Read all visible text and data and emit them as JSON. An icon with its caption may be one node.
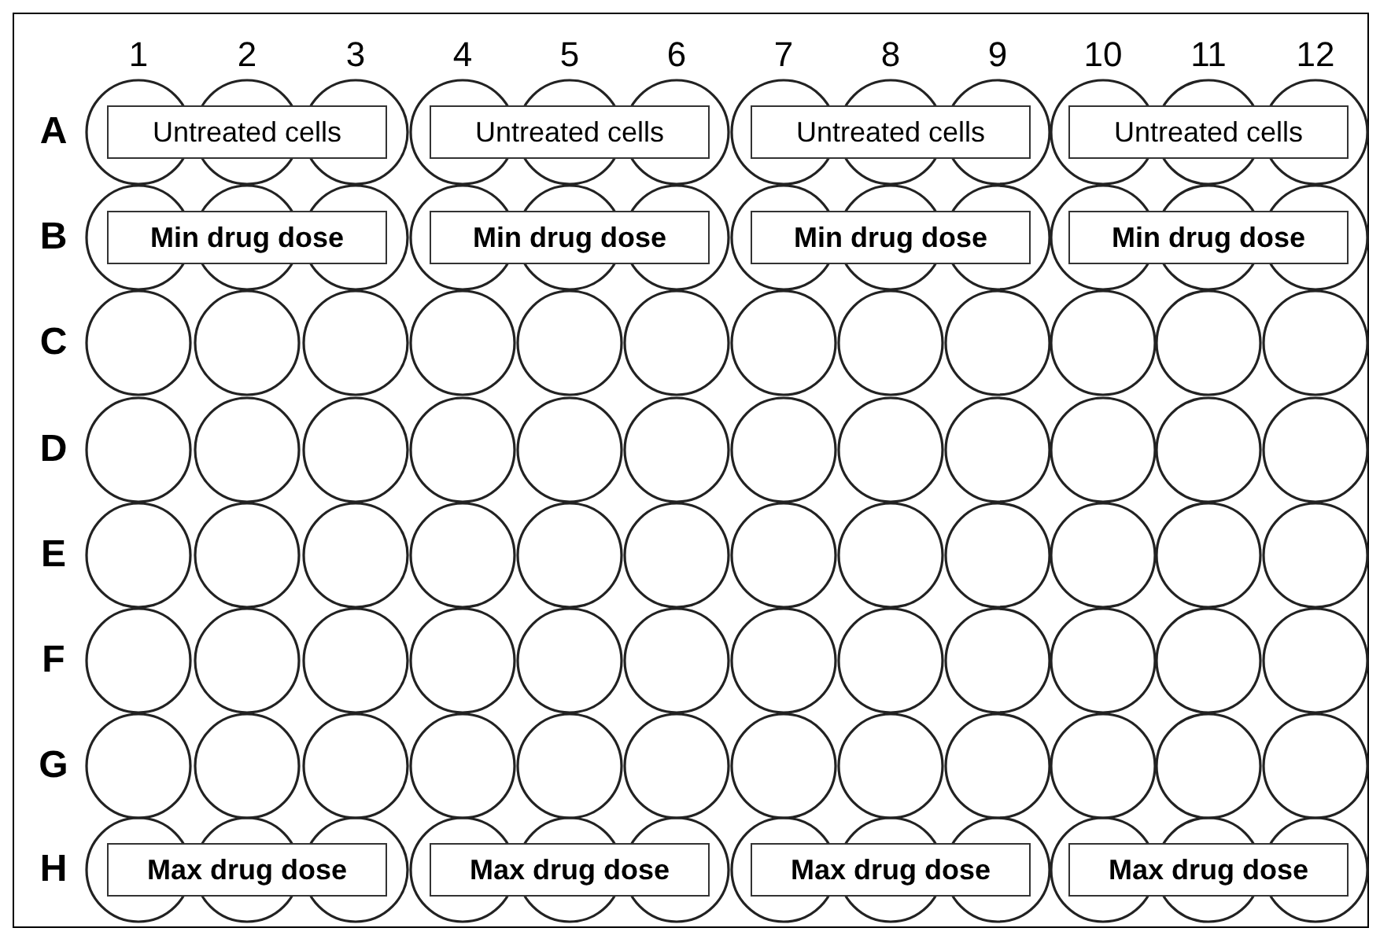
{
  "diagram": {
    "nodes": [
      {
        "text": [
          "Untreated cells"
        ]
      },
      {
        "text": [
          "Untreated cells"
        ]
      },
      {
        "text": [
          "Untreated cells"
        ]
      },
      {
        "text": [
          "Untreated cells"
        ]
      },
      {
        "text": [
          "Min drug dose"
        ]
      },
      {
        "text": [
          "Min drug dose"
        ]
      },
      {
        "text": [
          "Min drug dose"
        ]
      },
      {
        "text": [
          "Min drug dose"
        ]
      },
      {
        "text": [
          "Max drug dose"
        ]
      },
      {
        "text": [
          "Max drug dose"
        ]
      },
      {
        "text": [
          "Max drug dose"
        ]
      },
      {
        "text": [
          "Max drug dose"
        ]
      }
    ],
    "labels": [
      "1",
      "2",
      "3",
      "4",
      "5",
      "6",
      "7",
      "8",
      "9",
      "10",
      "11",
      "12",
      "A",
      "B",
      "C",
      "D",
      "E",
      "F",
      "G",
      "H"
    ]
  }
}
